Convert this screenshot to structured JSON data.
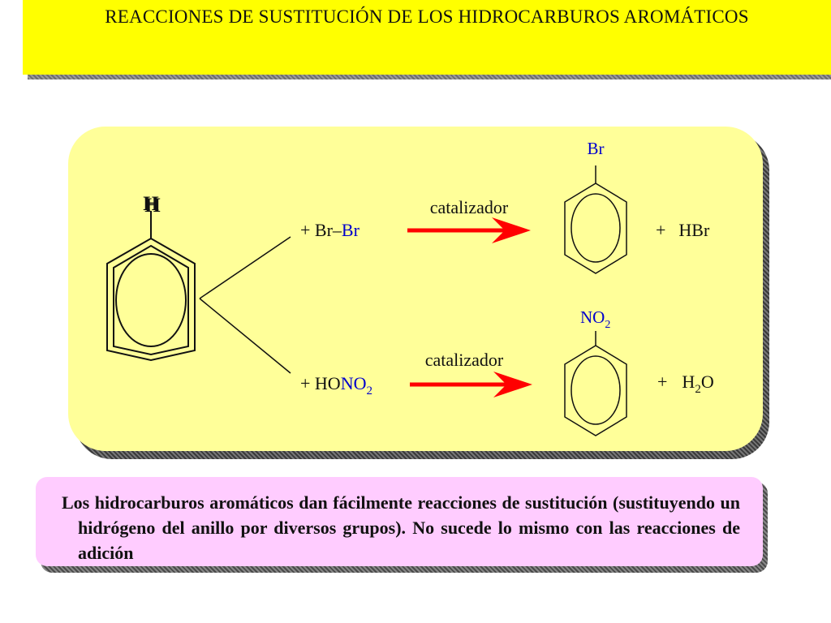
{
  "title": "REACCIONES DE SUSTITUCIÓN DE LOS HIDROCARBUROS AROMÁTICOS",
  "scheme": {
    "reactant_h": "H",
    "bromination": {
      "plus": "+",
      "reagent_left": "Br",
      "bond": "–",
      "reagent_right": "Br",
      "catalyst": "catalizador",
      "product_substituent": "Br",
      "byproduct_plus": "+",
      "byproduct": "HBr"
    },
    "nitration": {
      "plus": "+",
      "reagent_left": "HO",
      "reagent_right_main": "NO",
      "reagent_right_sub": "2",
      "catalyst": "catalizador",
      "product_substituent_main": "NO",
      "product_substituent_sub": "2",
      "byproduct_plus": "+",
      "byproduct_h": "H",
      "byproduct_sub": "2",
      "byproduct_o": "O"
    }
  },
  "info": "Los hidrocarburos aromáticos dan fácilmente reacciones de sustitución (sustituyendo un hidrógeno del anillo por diversos grupos). No sucede lo mismo con las reacciones de adición",
  "colors": {
    "title_bg": "#ffff00",
    "panel_bg": "#ffff99",
    "info_bg": "#ffccff",
    "arrow": "#ff0000",
    "substituent": "#0000cc"
  }
}
